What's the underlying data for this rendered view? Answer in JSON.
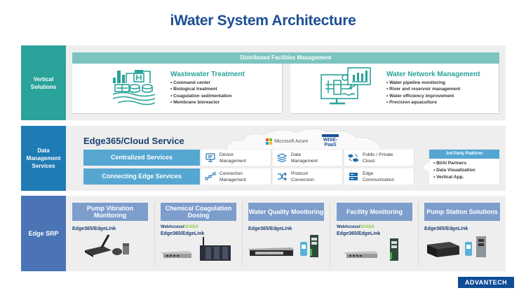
{
  "title": "iWater System Architecture",
  "colors": {
    "title": "#1b4f93",
    "vertical": "#2aa39a",
    "data_mgmt": "#1f7bb6",
    "edge_srp": "#4a74b5",
    "vs_strip": "#7cc4bf",
    "service_bar": "#55a7d2",
    "edge_header": "#7d9dcc",
    "scada_green": "#8bc34a"
  },
  "bands": {
    "vertical": "Vertical Solutions",
    "data_mgmt": "Data Management Services",
    "edge_srp": "Edge SRP"
  },
  "vertical_solutions": {
    "strip": "Distributed Facilities Management",
    "cards": [
      {
        "title": "Wastewater Treatment",
        "icon": "wastewater-plant-icon",
        "items": [
          "• Command center",
          "• Biological treatment",
          "• Coagulation sedimentation",
          "• Membrane bioreactor"
        ]
      },
      {
        "title": "Water Network Management",
        "icon": "monitor-pipeline-chart-icon",
        "items": [
          "• Water pipeline monitoring",
          "• River and reservoir management",
          "• Water efficiency improvement",
          "• Precision aquaculture"
        ]
      }
    ]
  },
  "data_management": {
    "title": "Edge365/Cloud Service",
    "cloud_providers": [
      "Microsoft Azure",
      "WISE-PaaS"
    ],
    "rows": [
      {
        "label": "Centralized Services",
        "cells": [
          {
            "icon": "monitor-icon",
            "line1": "Device",
            "line2": "Management"
          },
          {
            "icon": "layers-icon",
            "line1": "Data",
            "line2": "Management"
          },
          {
            "icon": "cloud-sync-icon",
            "line1": "Public / Private",
            "line2": "Cloud"
          }
        ]
      },
      {
        "label": "Connecting Edge Services",
        "cells": [
          {
            "icon": "network-nodes-icon",
            "line1": "Connection",
            "line2": "Management"
          },
          {
            "icon": "shuffle-arrows-icon",
            "line1": "Protocol",
            "line2": "Conversion"
          },
          {
            "icon": "server-icon",
            "line1": "Edge",
            "line2": "Communication"
          }
        ]
      }
    ],
    "third_party": {
      "title": "3rd Party Platform",
      "items": [
        "• BI/AI Partners",
        "• Data Visualization",
        "• Vertical App."
      ]
    }
  },
  "edge_srp": {
    "columns": [
      {
        "title": "Pump Vibration Monitoring",
        "webaccess": false,
        "software": "Edge365/EdgeLink"
      },
      {
        "title": "Chemical Coagulation Dosing",
        "webaccess": true,
        "software": "Edge365/EdgeLink"
      },
      {
        "title": "Water Quality Monitoring",
        "webaccess": false,
        "software": "Edge365/EdgeLink"
      },
      {
        "title": "Facility Monitoring",
        "webaccess": true,
        "software": "Edge365/EdgeLink"
      },
      {
        "title": "Pump Station Solutions",
        "webaccess": false,
        "software": "Edge365/EdgeLink"
      }
    ],
    "webaccess_a": "WebAccess/",
    "webaccess_b": "SCADA"
  },
  "logo": "ADVANTECH"
}
